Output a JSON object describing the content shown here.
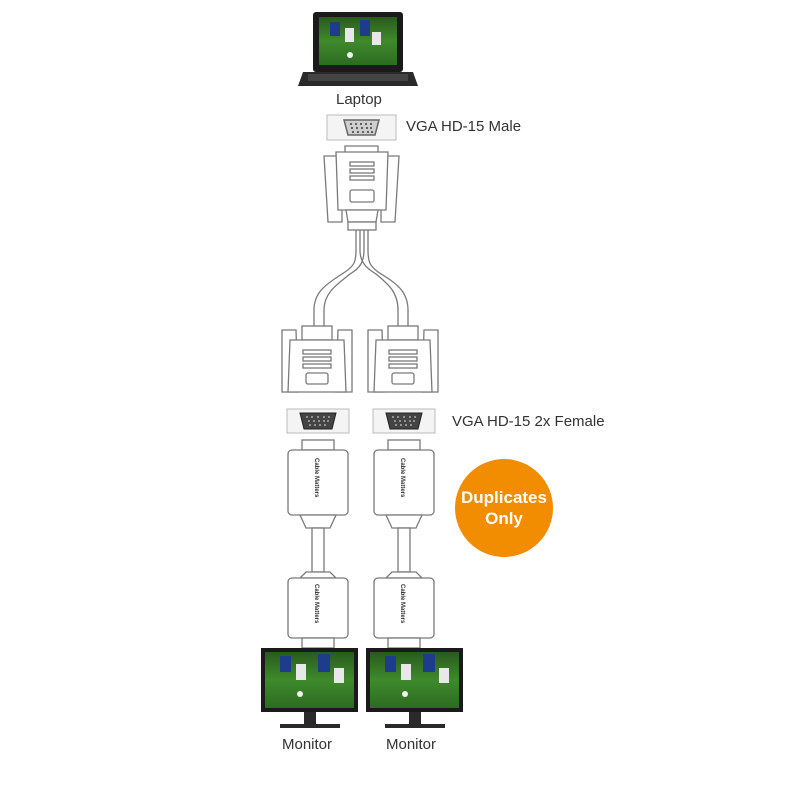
{
  "labels": {
    "laptop": "Laptop",
    "male_connector": "VGA HD-15 Male",
    "female_connectors": "VGA HD-15 2x Female",
    "monitor_left": "Monitor",
    "monitor_right": "Monitor"
  },
  "badge": {
    "line1": "Duplicates",
    "line2": "Only",
    "color": "#F28C00"
  },
  "brand_text": "Cable Matters",
  "colors": {
    "outline": "#7a7a7a",
    "label_text": "#333333"
  }
}
